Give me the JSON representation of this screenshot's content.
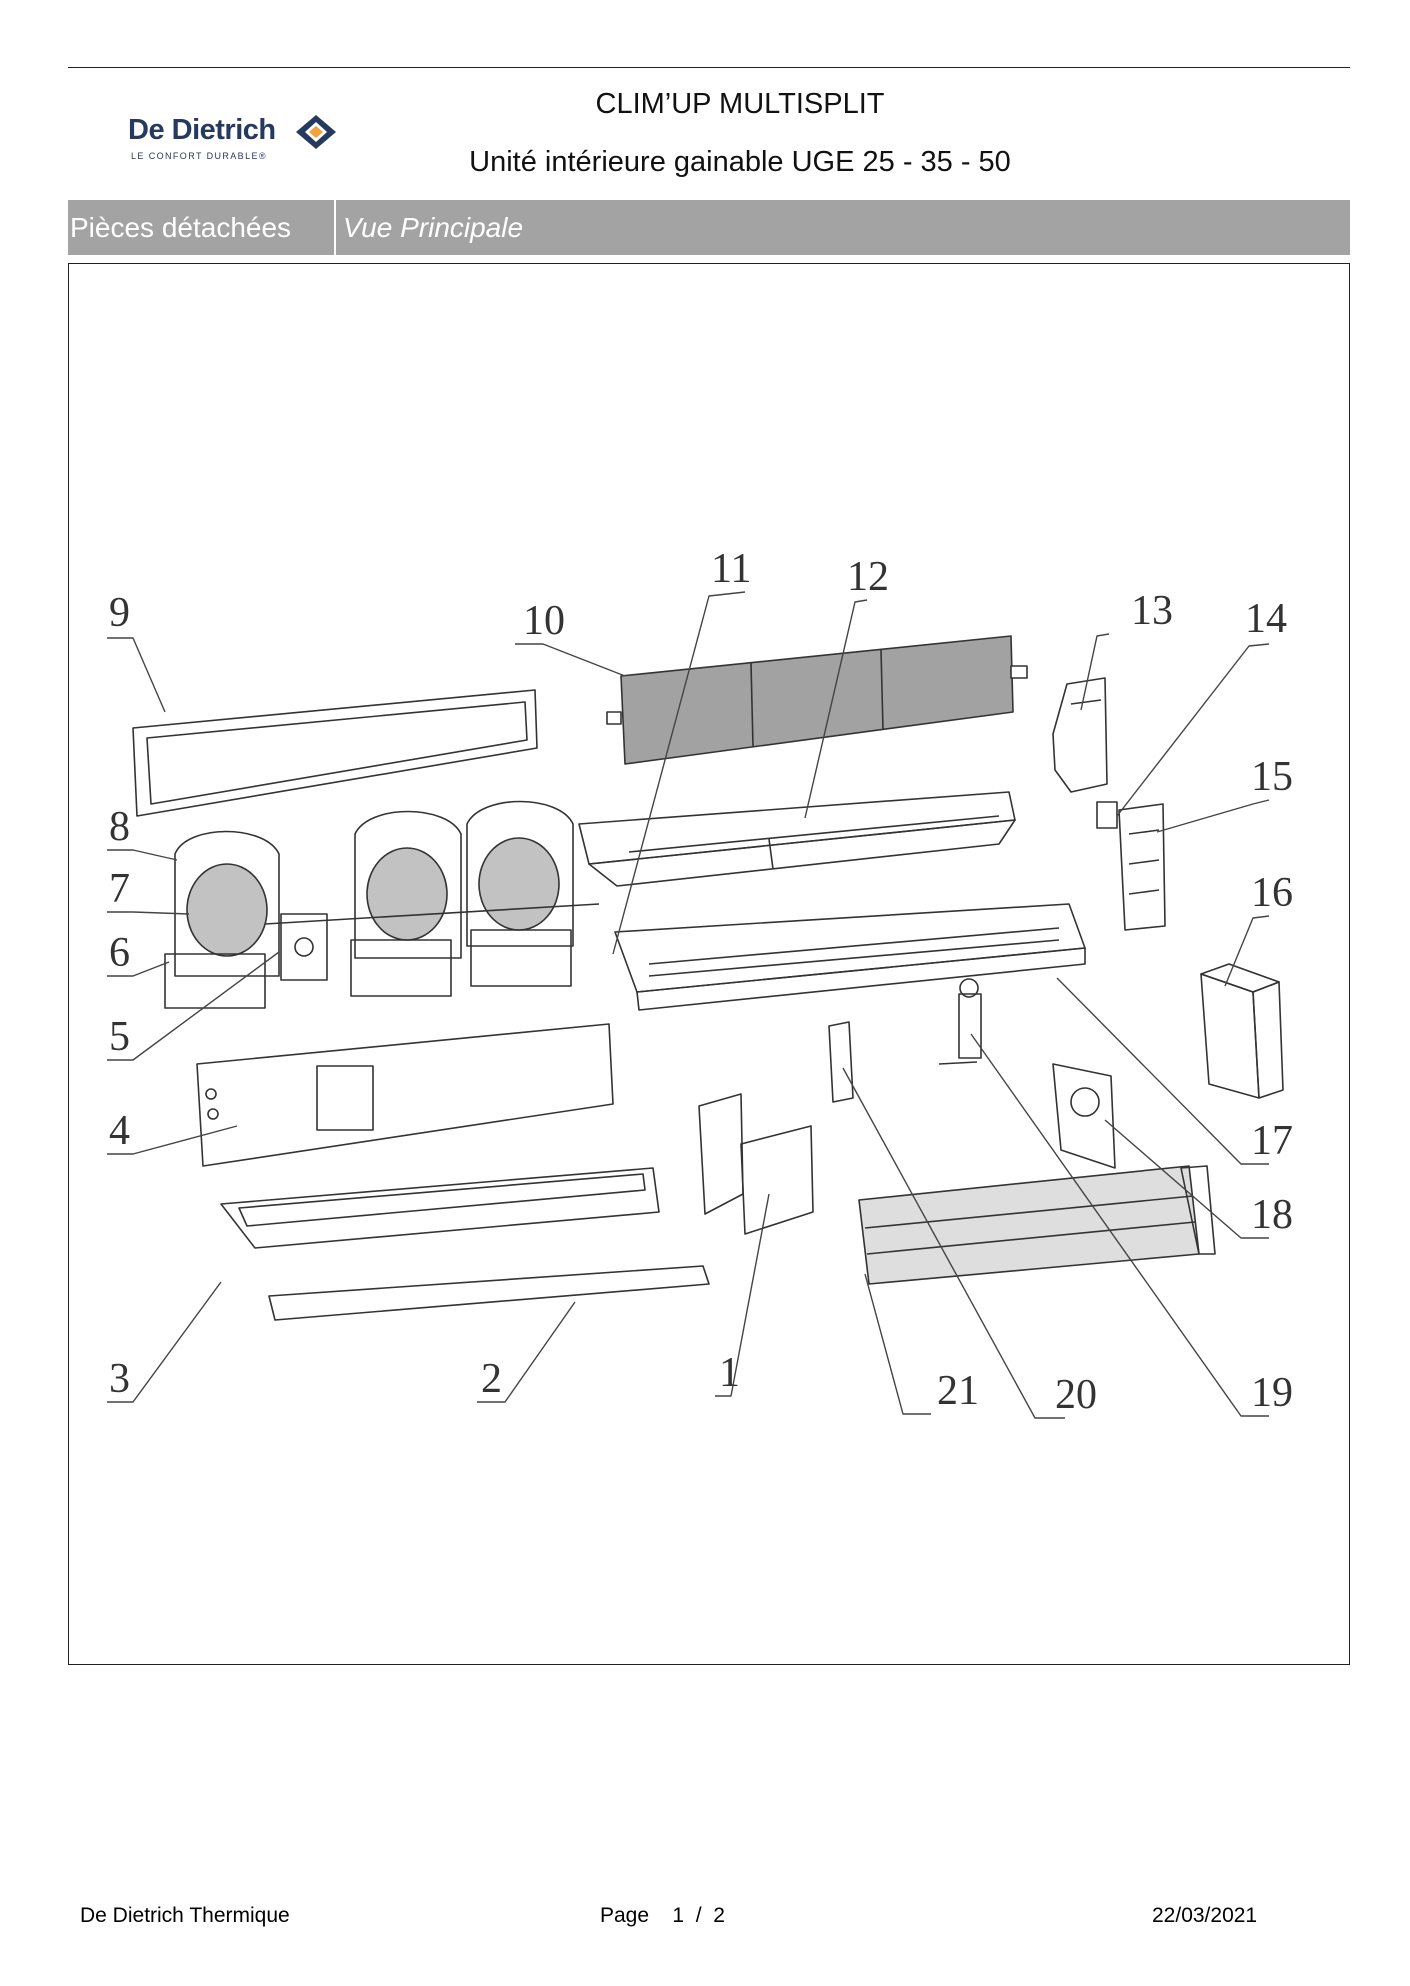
{
  "header": {
    "brand_name": "De Dietrich",
    "brand_tagline": "LE CONFORT DURABLE®",
    "title_line1": "CLIM’UP MULTISPLIT",
    "title_line2": "Unité intérieure gainable UGE 25 - 35 - 50"
  },
  "section_bar": {
    "left_label": "Pièces détachées",
    "right_label": "Vue Principale"
  },
  "diagram": {
    "part_numbers": [
      "1",
      "2",
      "3",
      "4",
      "5",
      "6",
      "7",
      "8",
      "9",
      "10",
      "11",
      "12",
      "13",
      "14",
      "15",
      "16",
      "17",
      "18",
      "19",
      "20",
      "21"
    ]
  },
  "footer": {
    "company": "De Dietrich Thermique",
    "page_label": "Page",
    "page_current": "1",
    "page_separator": "/",
    "page_total": "2",
    "date": "22/03/2021"
  },
  "colors": {
    "band": "#a3a3a3",
    "brand_blue": "#253a5e",
    "brand_orange": "#f4a23c"
  }
}
